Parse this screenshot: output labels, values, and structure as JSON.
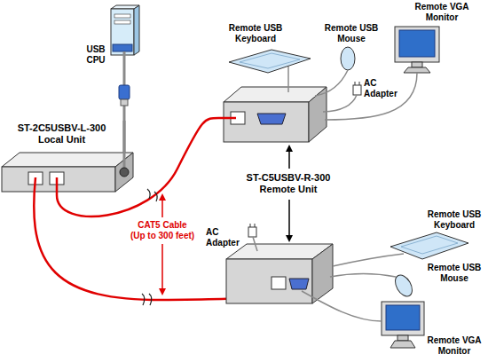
{
  "diagram": {
    "nodes": [
      {
        "text": [
          "USB CPU"
        ]
      },
      {
        "text": [
          "ST-2C5USBV-L-300 Local Unit"
        ]
      },
      {
        "text": [
          "ST-C5USBV-R-300 Remote Unit"
        ]
      }
    ],
    "edges": [
      {
        "from": 0,
        "to": 1,
        "arrow": "none"
      },
      {
        "from": 1,
        "to": 2,
        "arrow": "none"
      }
    ],
    "labels": [
      "Remote USB Keyboard",
      "Remote USB Mouse",
      "Remote VGA Monitor",
      "AC Adapter",
      "CAT5 Cable (Up to 300 feet)",
      "AC Adapter",
      "Remote USB Keyboard",
      "Remote USB Mouse",
      "Remote VGA Monitor"
    ]
  }
}
